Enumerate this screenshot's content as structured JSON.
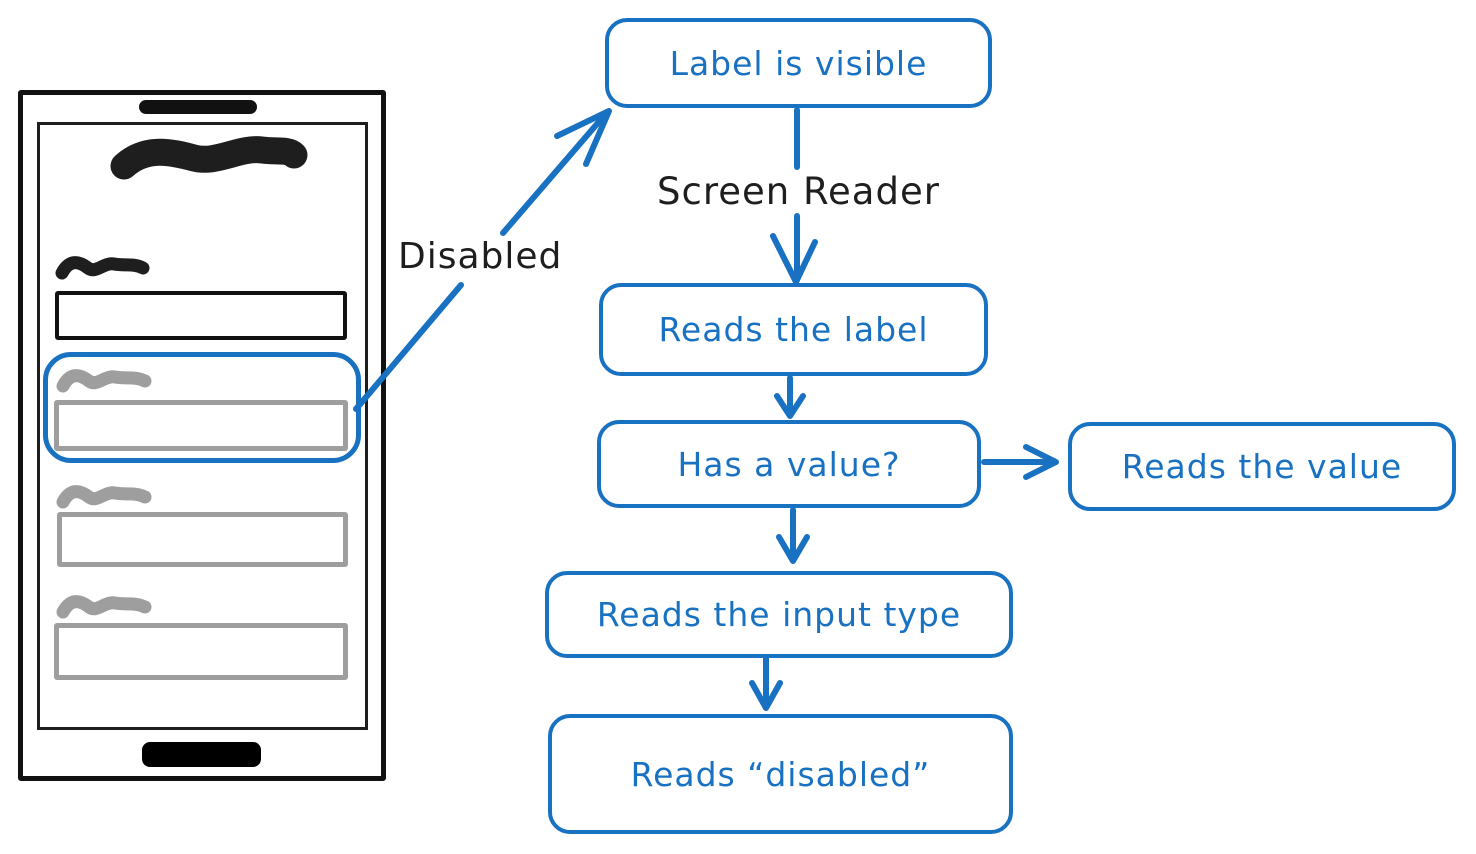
{
  "colors": {
    "accent_blue": "#1971c2",
    "ink_black": "#1e1e1e",
    "disabled_gray": "#9e9e9e",
    "background": "#ffffff"
  },
  "flowchart": {
    "nodes": [
      {
        "id": "label-visible",
        "label": "Label is visible"
      },
      {
        "id": "reads-label",
        "label": "Reads the label"
      },
      {
        "id": "has-value",
        "label": "Has a value?"
      },
      {
        "id": "reads-value",
        "label": "Reads the value"
      },
      {
        "id": "reads-input-type",
        "label": "Reads the input type"
      },
      {
        "id": "reads-disabled",
        "label": "Reads “disabled”"
      }
    ],
    "edge_labels": {
      "screen_reader": "Screen Reader",
      "disabled": "Disabled"
    }
  },
  "phone": {
    "fields": [
      {
        "state": "active",
        "color": "#111111"
      },
      {
        "state": "disabled",
        "color": "#9e9e9e",
        "highlighted": true
      },
      {
        "state": "disabled",
        "color": "#9e9e9e"
      },
      {
        "state": "disabled",
        "color": "#9e9e9e"
      }
    ]
  }
}
